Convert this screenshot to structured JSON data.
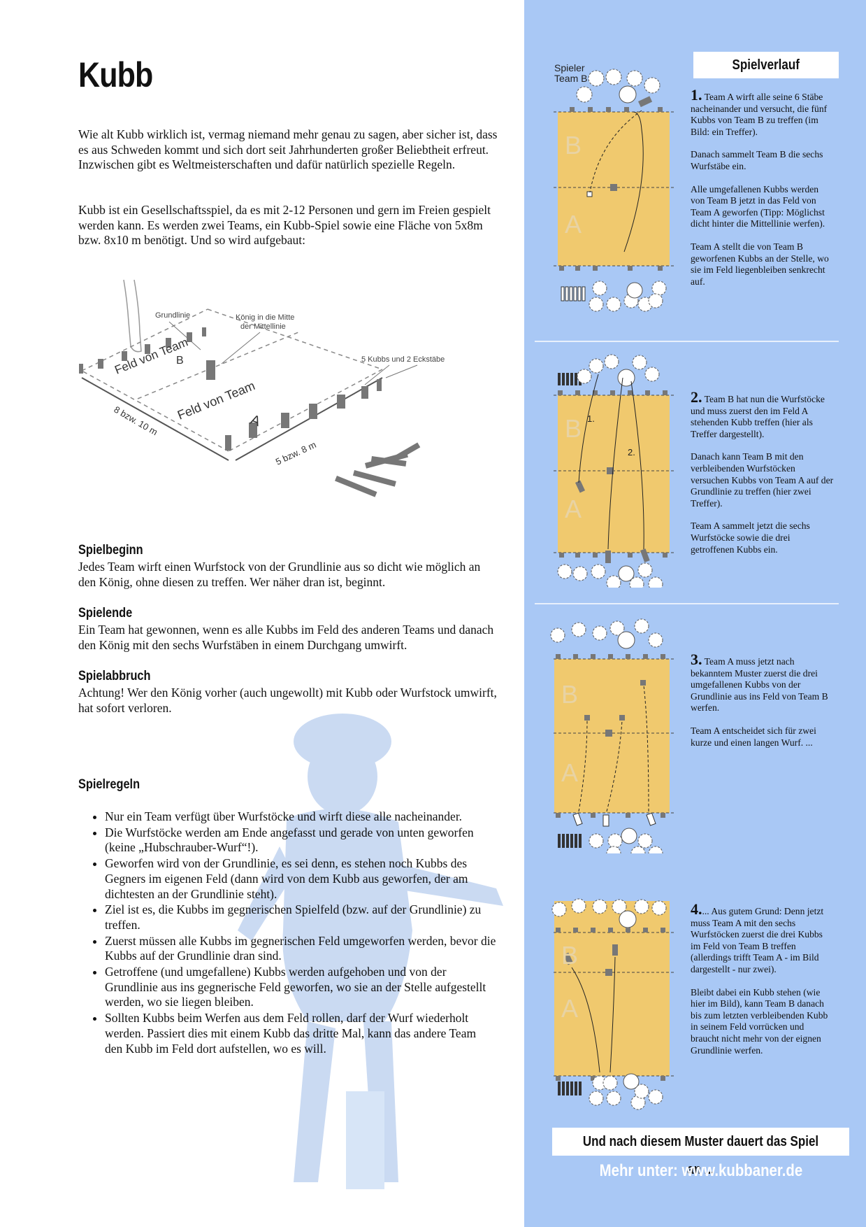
{
  "title": "Kubb",
  "intro": {
    "p1": "Wie alt Kubb wirklich ist, vermag niemand mehr genau zu sagen, aber sicher ist, dass es aus Schweden kommt und sich dort seit Jahrhunderten großer Beliebtheit erfreut. Inzwischen gibt es Weltmeisterschaften und dafür natürlich spezielle Regeln.",
    "p2": "Kubb ist ein Gesellschaftsspiel, da es mit 2-12 Personen und gern im Freien gespielt werden kann. Es werden zwei Teams, ein Kubb-Spiel sowie eine Fläche von 5x8m bzw. 8x10 m benötigt. Und so wird aufgebaut:"
  },
  "figure": {
    "grundlinie": "Grundlinie",
    "koenig_line1": "König in die Mitte",
    "koenig_line2": "der Mittellinie",
    "kubbs": "5 Kubbs und 2 Eckstäbe",
    "feld_b": "Feld von Team",
    "letter_b": "B",
    "feld_a": "Feld von Team",
    "letter_a": "A",
    "length": "8 bzw. 10 m",
    "width": "5 bzw. 8 m"
  },
  "sections": {
    "spielbeginn_title": "Spielbeginn",
    "spielbeginn_text": "Jedes Team wirft einen Wurfstock von der Grundlinie aus so dicht wie möglich an den König, ohne diesen zu treffen. Wer näher dran ist, beginnt.",
    "spielende_title": "Spielende",
    "spielende_text": "Ein Team hat gewonnen, wenn es alle Kubbs im Feld des anderen Teams und danach den König mit den sechs Wurfstäben in einem Durchgang umwirft.",
    "spielabbruch_title": "Spielabbruch",
    "spielabbruch_text": "Achtung! Wer den König vorher (auch ungewollt) mit Kubb oder Wurfstock umwirft, hat sofort verloren.",
    "spielregeln_title": "Spielregeln"
  },
  "rules": [
    "Nur ein Team verfügt über Wurfstöcke und wirft diese alle nacheinander.",
    "Die Wurfstöcke werden am Ende angefasst und gerade von unten geworfen (keine „Hubschrauber-Wurf“!).",
    "Geworfen wird von der Grundlinie, es sei denn, es stehen noch Kubbs des Gegners im eigenen Feld (dann wird von dem Kubb aus geworfen, der am dichtesten an der Grundlinie steht).",
    "Ziel ist es, die Kubbs im gegnerischen Spielfeld (bzw. auf der Grundlinie) zu treffen.",
    "Zuerst müssen alle Kubbs im gegnerischen Feld umgeworfen werden, bevor die Kubbs auf der Grundlinie dran sind.",
    "Getroffene (und umgefallene) Kubbs werden aufgehoben und von der Grundlinie aus ins gegnerische Feld geworfen, wo sie an der Stelle aufgestellt werden, wo sie liegen bleiben.",
    "Sollten Kubbs beim Werfen aus dem Feld rollen, darf der Wurf wiederholt werden. Passiert dies mit einem Kubb das dritte Mal, kann das andere Team den Kubb im Feld dort aufstellen, wo es will."
  ],
  "sidebar": {
    "heading": "Spielverlauf",
    "spieler_label_1": "Spieler",
    "spieler_label_2": "Team B",
    "field_b": "B",
    "field_a": "A",
    "arrow_1": "1.",
    "arrow_2": "2.",
    "step1_num": "1.",
    "step1_p1": "Team A wirft alle seine 6 Stäbe nacheinander und versucht, die fünf Kubbs von Team B zu treffen (im Bild: ein Treffer).",
    "step1_p2": "Danach sammelt Team B die sechs Wurfstäbe ein.",
    "step1_p3": "Alle umgefallenen Kubbs werden von Team B jetzt in das Feld von Team A geworfen (Tipp: Möglichst dicht hinter die Mittellinie werfen).",
    "step1_p4": "Team A stellt die von Team B geworfenen  Kubbs an der Stelle, wo sie im Feld liegenbleiben senkrecht auf.",
    "step2_num": "2.",
    "step2_p1": "Team B hat nun die Wurfstöcke und muss zuerst den im Feld A stehenden Kubb treffen (hier als Treffer dargestellt).",
    "step2_p2": "Danach kann Team B mit den verbleibenden Wurfstöcken versuchen Kubbs von Team A auf der Grundlinie zu treffen (hier zwei Treffer).",
    "step2_p3": "Team A sammelt jetzt die sechs Wurfstöcke sowie die drei getroffenen Kubbs ein.",
    "step3_num": "3.",
    "step3_p1": "Team A  muss jetzt nach bekanntem Muster zuerst die drei umgefallenen Kubbs von der Grundlinie aus ins Feld von Team B werfen.",
    "step3_p2": "Team A entscheidet sich für zwei kurze und einen langen Wurf. ...",
    "step4_num": "4.",
    "step4_p1": "... Aus gutem Grund: Denn jetzt muss Team A mit den sechs Wurfstöcken zuerst die drei Kubbs im Feld von Team B treffen (allerdings trifft Team A - im Bild dargestellt - nur zwei).",
    "step4_p2": "Bleibt dabei ein Kubb stehen (wie hier im Bild), kann Team B danach bis zum letzten verbleibenden Kubb in seinem Feld vorrücken und braucht nicht mehr von der eignen Grundlinie werfen.",
    "bottom_box": "Und nach diesem Muster dauert das Spiel an ...",
    "more": "Mehr unter: www.kubbaner.de"
  },
  "colors": {
    "sidebar_bg": "#a9c8f5",
    "field": "#f0c96e",
    "kubb": "#777777"
  }
}
